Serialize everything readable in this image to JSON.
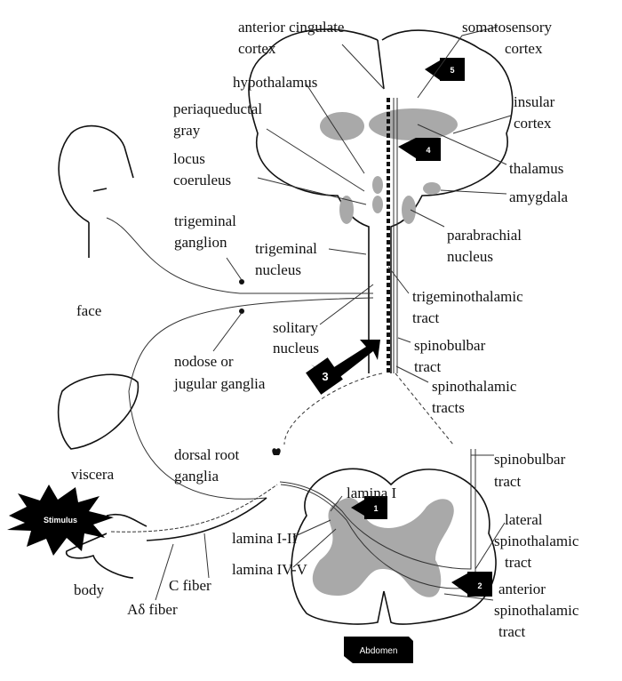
{
  "labels": {
    "anterior_cingulate": [
      "anterior cingulate",
      "cortex"
    ],
    "somatosensory": [
      "somatosensory",
      "cortex"
    ],
    "hypothalamus": "hypothalamus",
    "periaqueductal": [
      "periaqueductal",
      "gray"
    ],
    "insular": [
      "insular",
      "cortex"
    ],
    "locus": [
      "locus",
      "coeruleus"
    ],
    "thalamus": "thalamus",
    "amygdala": "amygdala",
    "trigeminal_ganglion": [
      "trigeminal",
      "ganglion"
    ],
    "trigeminal_nucleus": [
      "trigeminal",
      "nucleus"
    ],
    "parabrachial": [
      "parabrachial",
      "nucleus"
    ],
    "face": "face",
    "trigeminothalamic": [
      "trigeminothalamic",
      "tract"
    ],
    "solitary": [
      "solitary",
      "nucleus"
    ],
    "nodose": [
      "nodose or",
      "jugular ganglia"
    ],
    "spinobulbar_upper": [
      "spinobulbar",
      "tract"
    ],
    "spinothalamic_tracts": [
      "spinothalamic",
      "tracts"
    ],
    "dorsal_root": [
      "dorsal root",
      "ganglia"
    ],
    "viscera": "viscera",
    "spinobulbar_lower": [
      "spinobulbar",
      "tract"
    ],
    "lamina_i": "lamina I",
    "lateral_spinothalamic": [
      "lateral",
      "spinothalamic",
      "tract"
    ],
    "lamina_i_ii": "lamina I-II",
    "lamina_iv_v": "lamina IV-V",
    "body": "body",
    "c_fiber": "C fiber",
    "anterior_spinothalamic": [
      "anterior",
      "spinothalamic",
      "tract"
    ],
    "a_delta_fiber": "Aδ fiber"
  },
  "stimulus": "Stimulus",
  "abdomen": "Abdomen",
  "arrows": [
    "1",
    "2",
    "3",
    "4",
    "5"
  ]
}
